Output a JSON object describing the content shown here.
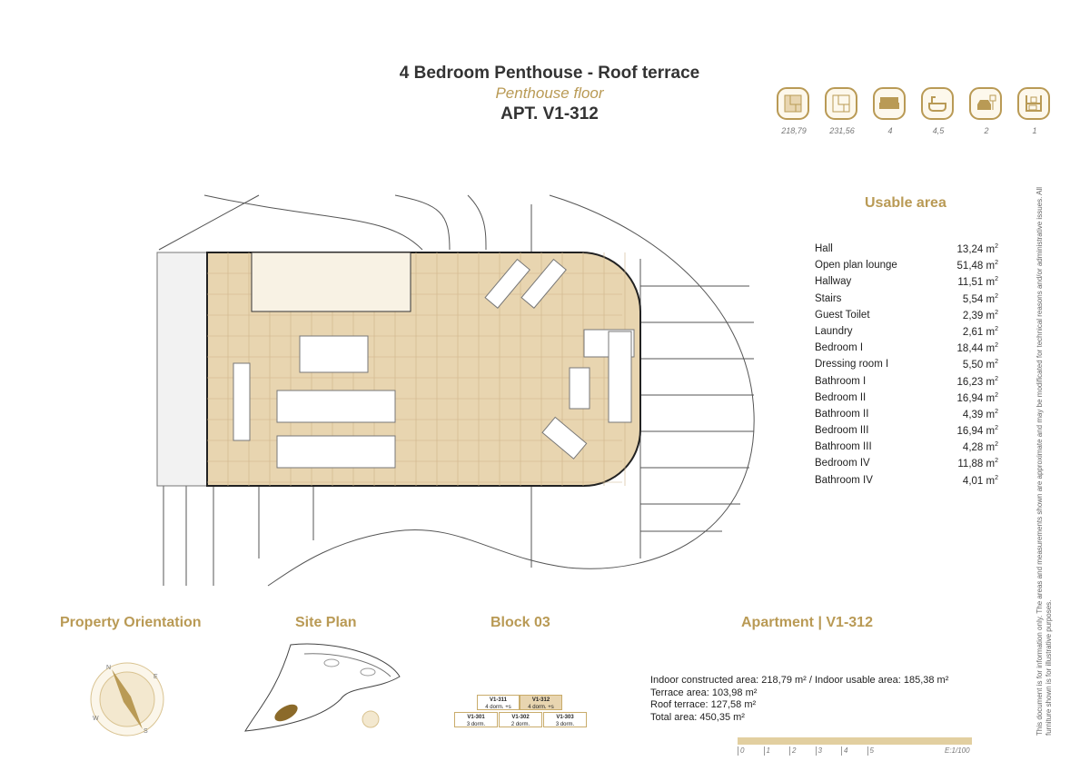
{
  "header": {
    "title": "4 Bedroom Penthouse - Roof terrace",
    "subtitle": "Penthouse floor",
    "apartment": "APT. V1-312"
  },
  "feature_icons": [
    {
      "icon": "floorplan-constructed-icon",
      "value": "218,79"
    },
    {
      "icon": "floorplan-total-icon",
      "value": "231,56"
    },
    {
      "icon": "bed-icon",
      "value": "4"
    },
    {
      "icon": "bathtub-icon",
      "value": "4,5"
    },
    {
      "icon": "parking-icon",
      "value": "2"
    },
    {
      "icon": "storage-icon",
      "value": "1"
    }
  ],
  "usable_area": {
    "title": "Usable area",
    "unit": "m²",
    "rows": [
      {
        "room": "Hall",
        "area": "13,24"
      },
      {
        "room": "Open plan lounge",
        "area": "51,48"
      },
      {
        "room": "Hallway",
        "area": "11,51"
      },
      {
        "room": "Stairs",
        "area": "5,54"
      },
      {
        "room": "Guest Toilet",
        "area": "2,39"
      },
      {
        "room": "Laundry",
        "area": "2,61"
      },
      {
        "room": "Bedroom I",
        "area": "18,44"
      },
      {
        "room": "Dressing room I",
        "area": "5,50"
      },
      {
        "room": "Bathroom I",
        "area": "16,23"
      },
      {
        "room": "Bedroom II",
        "area": "16,94"
      },
      {
        "room": "Bathroom II",
        "area": "4,39"
      },
      {
        "room": "Bedroom III",
        "area": "16,94"
      },
      {
        "room": "Bathroom III",
        "area": "4,28"
      },
      {
        "room": "Bedroom IV",
        "area": "11,88"
      },
      {
        "room": "Bathroom IV",
        "area": "4,01"
      }
    ]
  },
  "sections": {
    "orientation": "Property Orientation",
    "site_plan": "Site Plan",
    "block": "Block 03",
    "apartment": "Apartment | V1-312"
  },
  "compass": {
    "n": "N",
    "e": "E",
    "s": "S",
    "w": "W"
  },
  "block_units": [
    {
      "id": "V1-311",
      "desc": "4 dorm. +s",
      "highlight": false
    },
    {
      "id": "V1-312",
      "desc": "4 dorm. +s",
      "highlight": true
    },
    {
      "id": "V1-301",
      "desc": "3 dorm.",
      "highlight": false
    },
    {
      "id": "V1-302",
      "desc": "2 dorm.",
      "highlight": false
    },
    {
      "id": "V1-303",
      "desc": "3 dorm.",
      "highlight": false
    }
  ],
  "stats": {
    "indoor": "Indoor constructed area: 218,79  m² / Indoor usable area: 185,38 m²",
    "terrace": "Terrace area: 103,98  m²",
    "roof": "Roof terrace: 127,58  m²",
    "total": "Total area: 450,35 m²"
  },
  "scale": {
    "ticks": [
      "0",
      "1",
      "2",
      "3",
      "4",
      "5"
    ],
    "label": "E:1/100"
  },
  "disclaimer": "This document is for information only. The areas and measurements shown are approximate and may be modificated for technical reasons and/or administrative issues. All furniture shown is for illustrative purposes.",
  "colors": {
    "accent": "#b99a55",
    "terrace": "#e8d5b0"
  }
}
